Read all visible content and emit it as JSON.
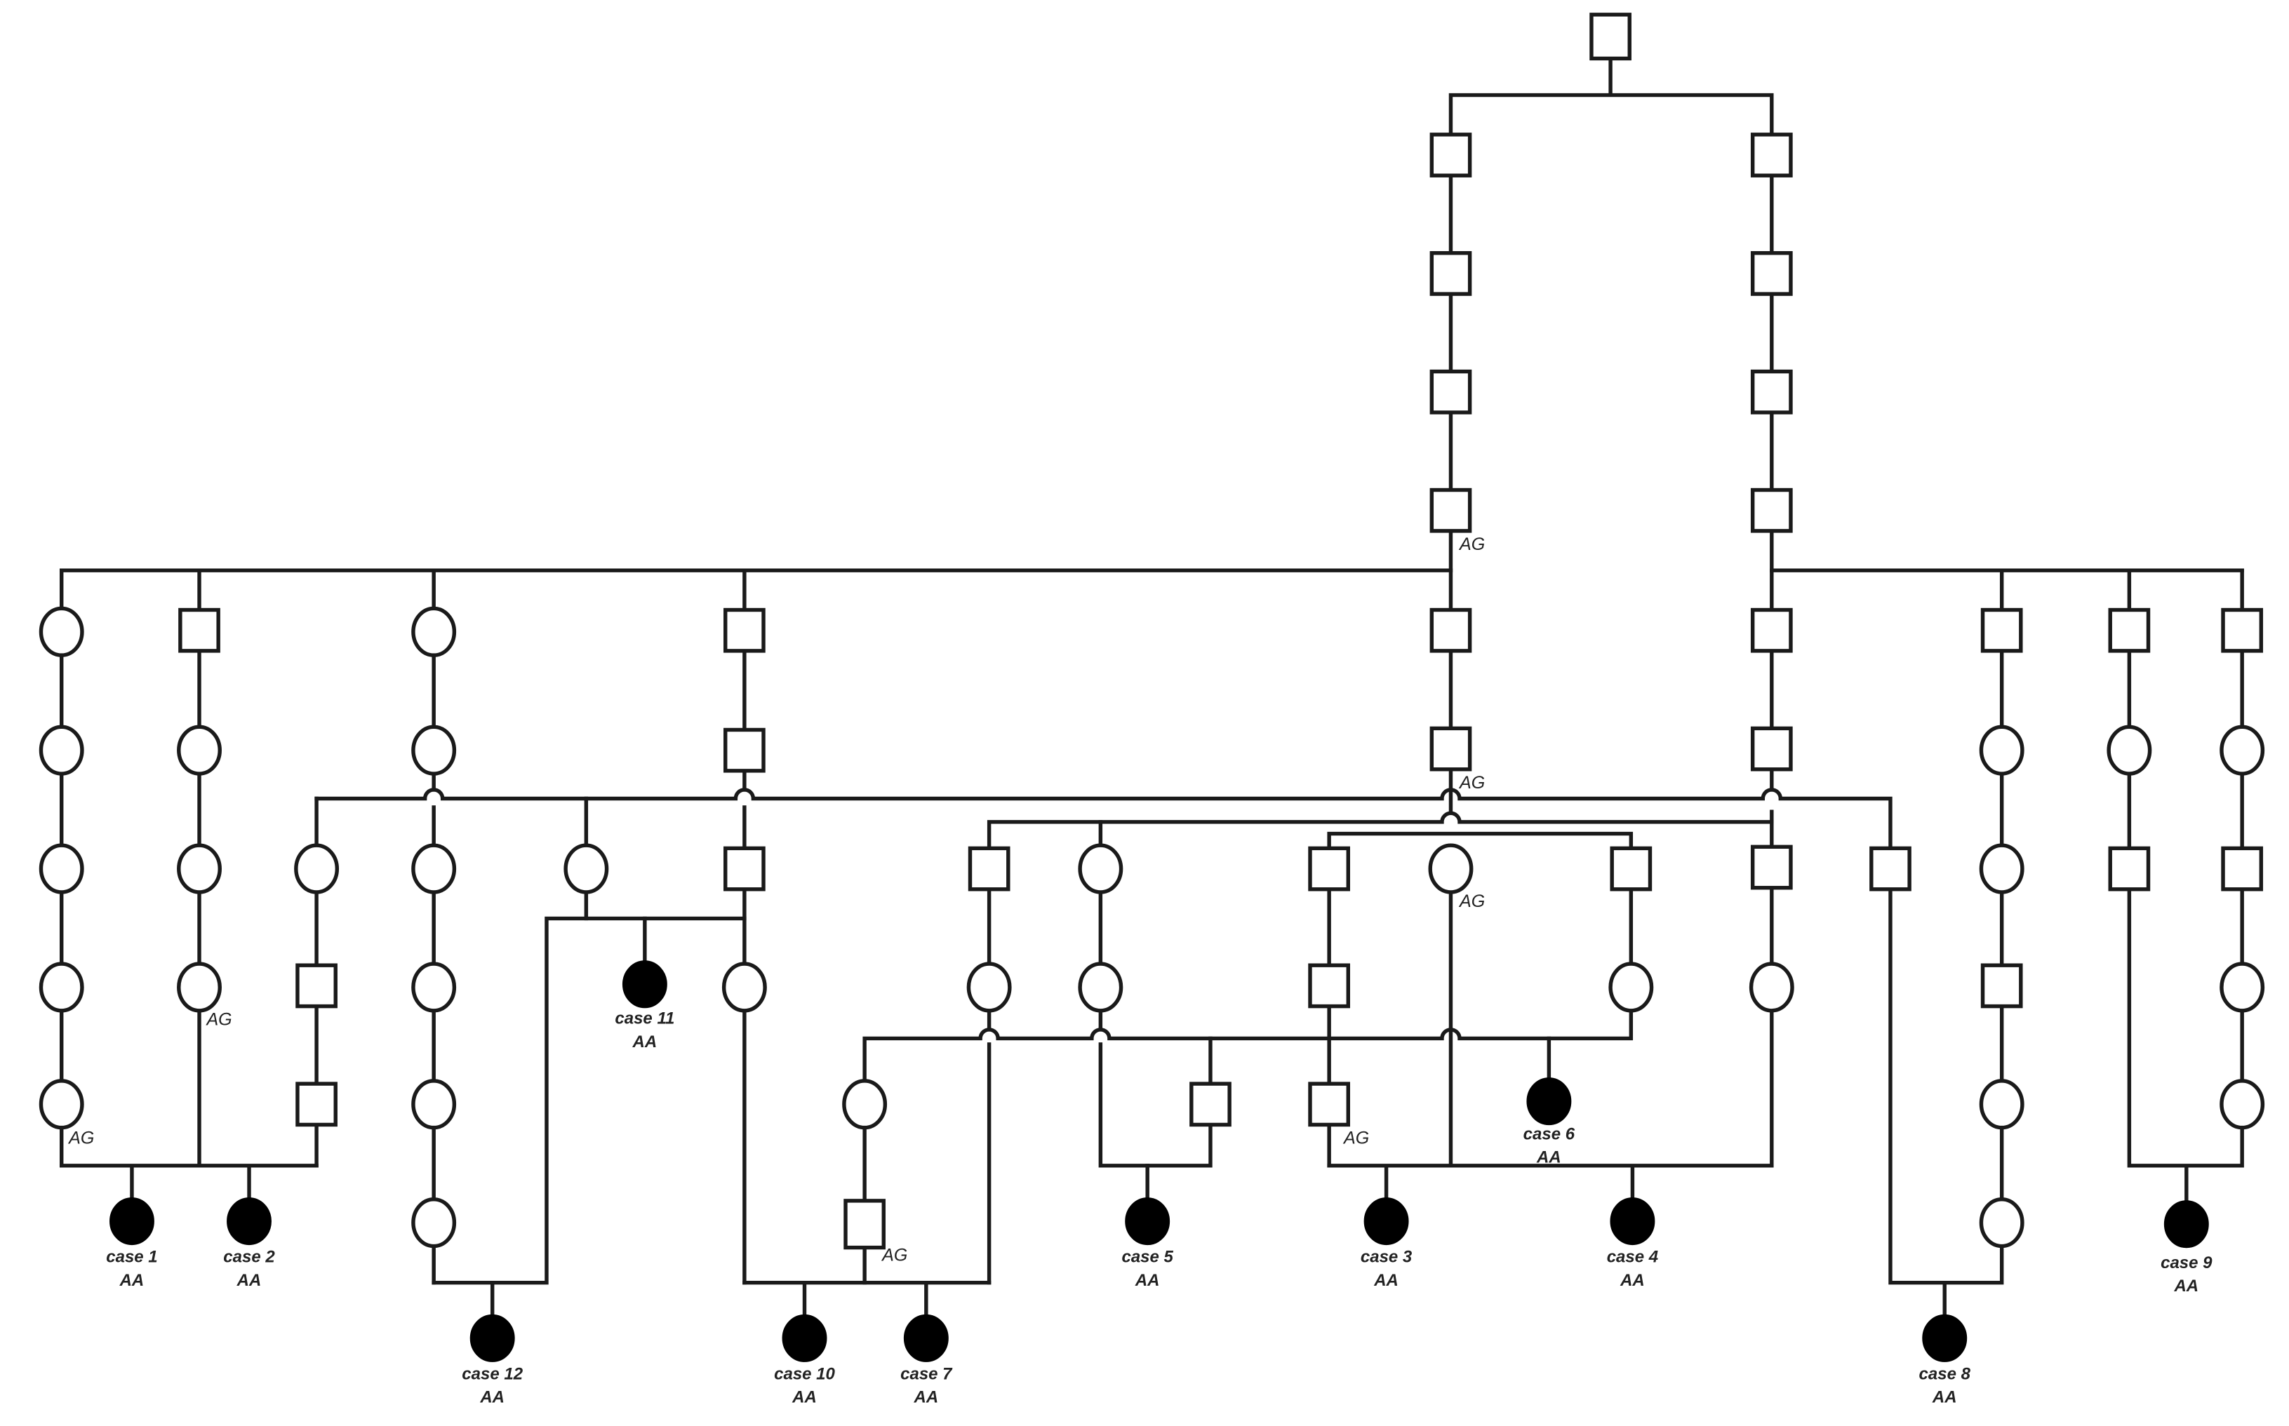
{
  "pedigree": {
    "genotype_labels": [
      "AG",
      "AG",
      "AG",
      "AG",
      "AG",
      "AG",
      "AG"
    ],
    "cases": [
      {
        "label": "case 1",
        "genotype": "AA"
      },
      {
        "label": "case 2",
        "genotype": "AA"
      },
      {
        "label": "case 3",
        "genotype": "AA"
      },
      {
        "label": "case 4",
        "genotype": "AA"
      },
      {
        "label": "case 5",
        "genotype": "AA"
      },
      {
        "label": "case 6",
        "genotype": "AA"
      },
      {
        "label": "case 7",
        "genotype": "AA"
      },
      {
        "label": "case 8",
        "genotype": "AA"
      },
      {
        "label": "case 9",
        "genotype": "AA"
      },
      {
        "label": "case 10",
        "genotype": "AA"
      },
      {
        "label": "case 11",
        "genotype": "AA"
      },
      {
        "label": "case 12",
        "genotype": "AA"
      }
    ]
  }
}
